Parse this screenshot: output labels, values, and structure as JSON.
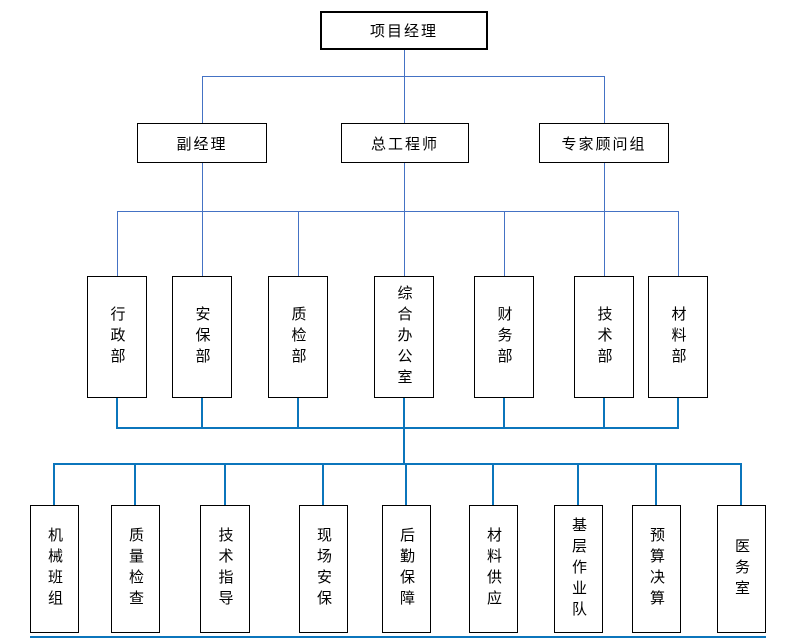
{
  "diagram": {
    "type": "org-chart",
    "nodes": {
      "level1": [
        {
          "label": "项目经理"
        }
      ],
      "level2": [
        {
          "label": "副经理"
        },
        {
          "label": "总工程师"
        },
        {
          "label": "专家顾问组"
        }
      ],
      "level3": [
        {
          "label": "行政部"
        },
        {
          "label": "安保部"
        },
        {
          "label": "质检部"
        },
        {
          "label": "综合办公室"
        },
        {
          "label": "财务部"
        },
        {
          "label": "技术部"
        },
        {
          "label": "材料部"
        }
      ],
      "level4": [
        {
          "label": "机械班组"
        },
        {
          "label": "质量检查"
        },
        {
          "label": "技术指导"
        },
        {
          "label": "现场安保"
        },
        {
          "label": "后勤保障"
        },
        {
          "label": "材料供应"
        },
        {
          "label": "基层作业队"
        },
        {
          "label": "预算决算"
        },
        {
          "label": "医务室"
        }
      ]
    },
    "edges": [
      {
        "from": "项目经理",
        "to": [
          "副经理",
          "总工程师",
          "专家顾问组"
        ]
      },
      {
        "from": "副经理,总工程师,专家顾问组",
        "to": [
          "行政部",
          "安保部",
          "质检部",
          "综合办公室",
          "财务部",
          "技术部",
          "材料部"
        ]
      },
      {
        "from": "综合办公室",
        "to": [
          "机械班组",
          "质量检查",
          "技术指导",
          "现场安保",
          "后勤保障",
          "材料供应",
          "基层作业队",
          "预算决算",
          "医务室"
        ]
      }
    ],
    "colors": {
      "connector_upper": "#4472C4",
      "connector_lower": "#0B75BC",
      "box_border": "#000000",
      "text": "#000000",
      "background": "#FFFFFF"
    }
  }
}
